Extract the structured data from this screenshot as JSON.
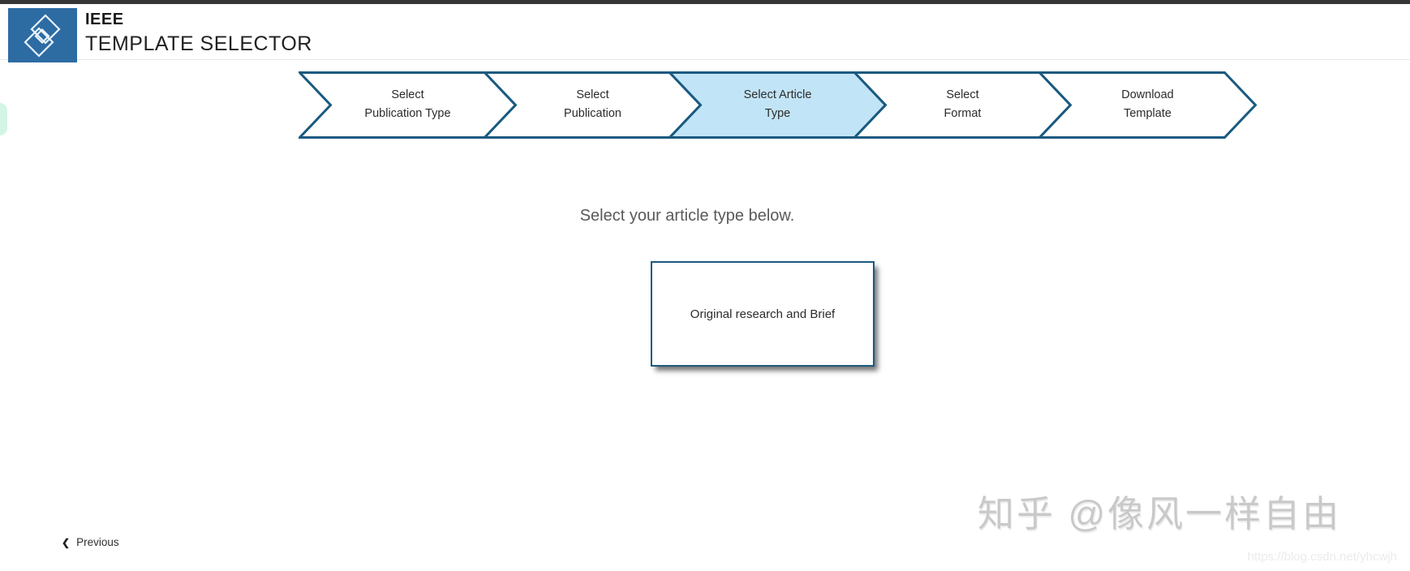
{
  "header": {
    "brand_line1": "IEEE",
    "brand_line2": "TEMPLATE SELECTOR",
    "logo_color": "#2d6ba3"
  },
  "stepper": {
    "border_color": "#1a5a80",
    "active_fill": "#c2e4f7",
    "inactive_fill": "#ffffff",
    "steps": [
      {
        "label_line1": "Select",
        "label_line2": "Publication Type",
        "active": false
      },
      {
        "label_line1": "Select",
        "label_line2": "Publication",
        "active": false
      },
      {
        "label_line1": "Select Article",
        "label_line2": "Type",
        "active": true
      },
      {
        "label_line1": "Select",
        "label_line2": "Format",
        "active": false
      },
      {
        "label_line1": "Download",
        "label_line2": "Template",
        "active": false
      }
    ]
  },
  "main": {
    "prompt": "Select your article type below.",
    "article_types": [
      {
        "label": "Original research and Brief"
      }
    ]
  },
  "footer": {
    "previous_icon": "❮",
    "previous_label": "Previous"
  },
  "watermark": {
    "text": "知乎 @像风一样自由",
    "url": "https://blog.csdn.net/yhcwjh"
  }
}
